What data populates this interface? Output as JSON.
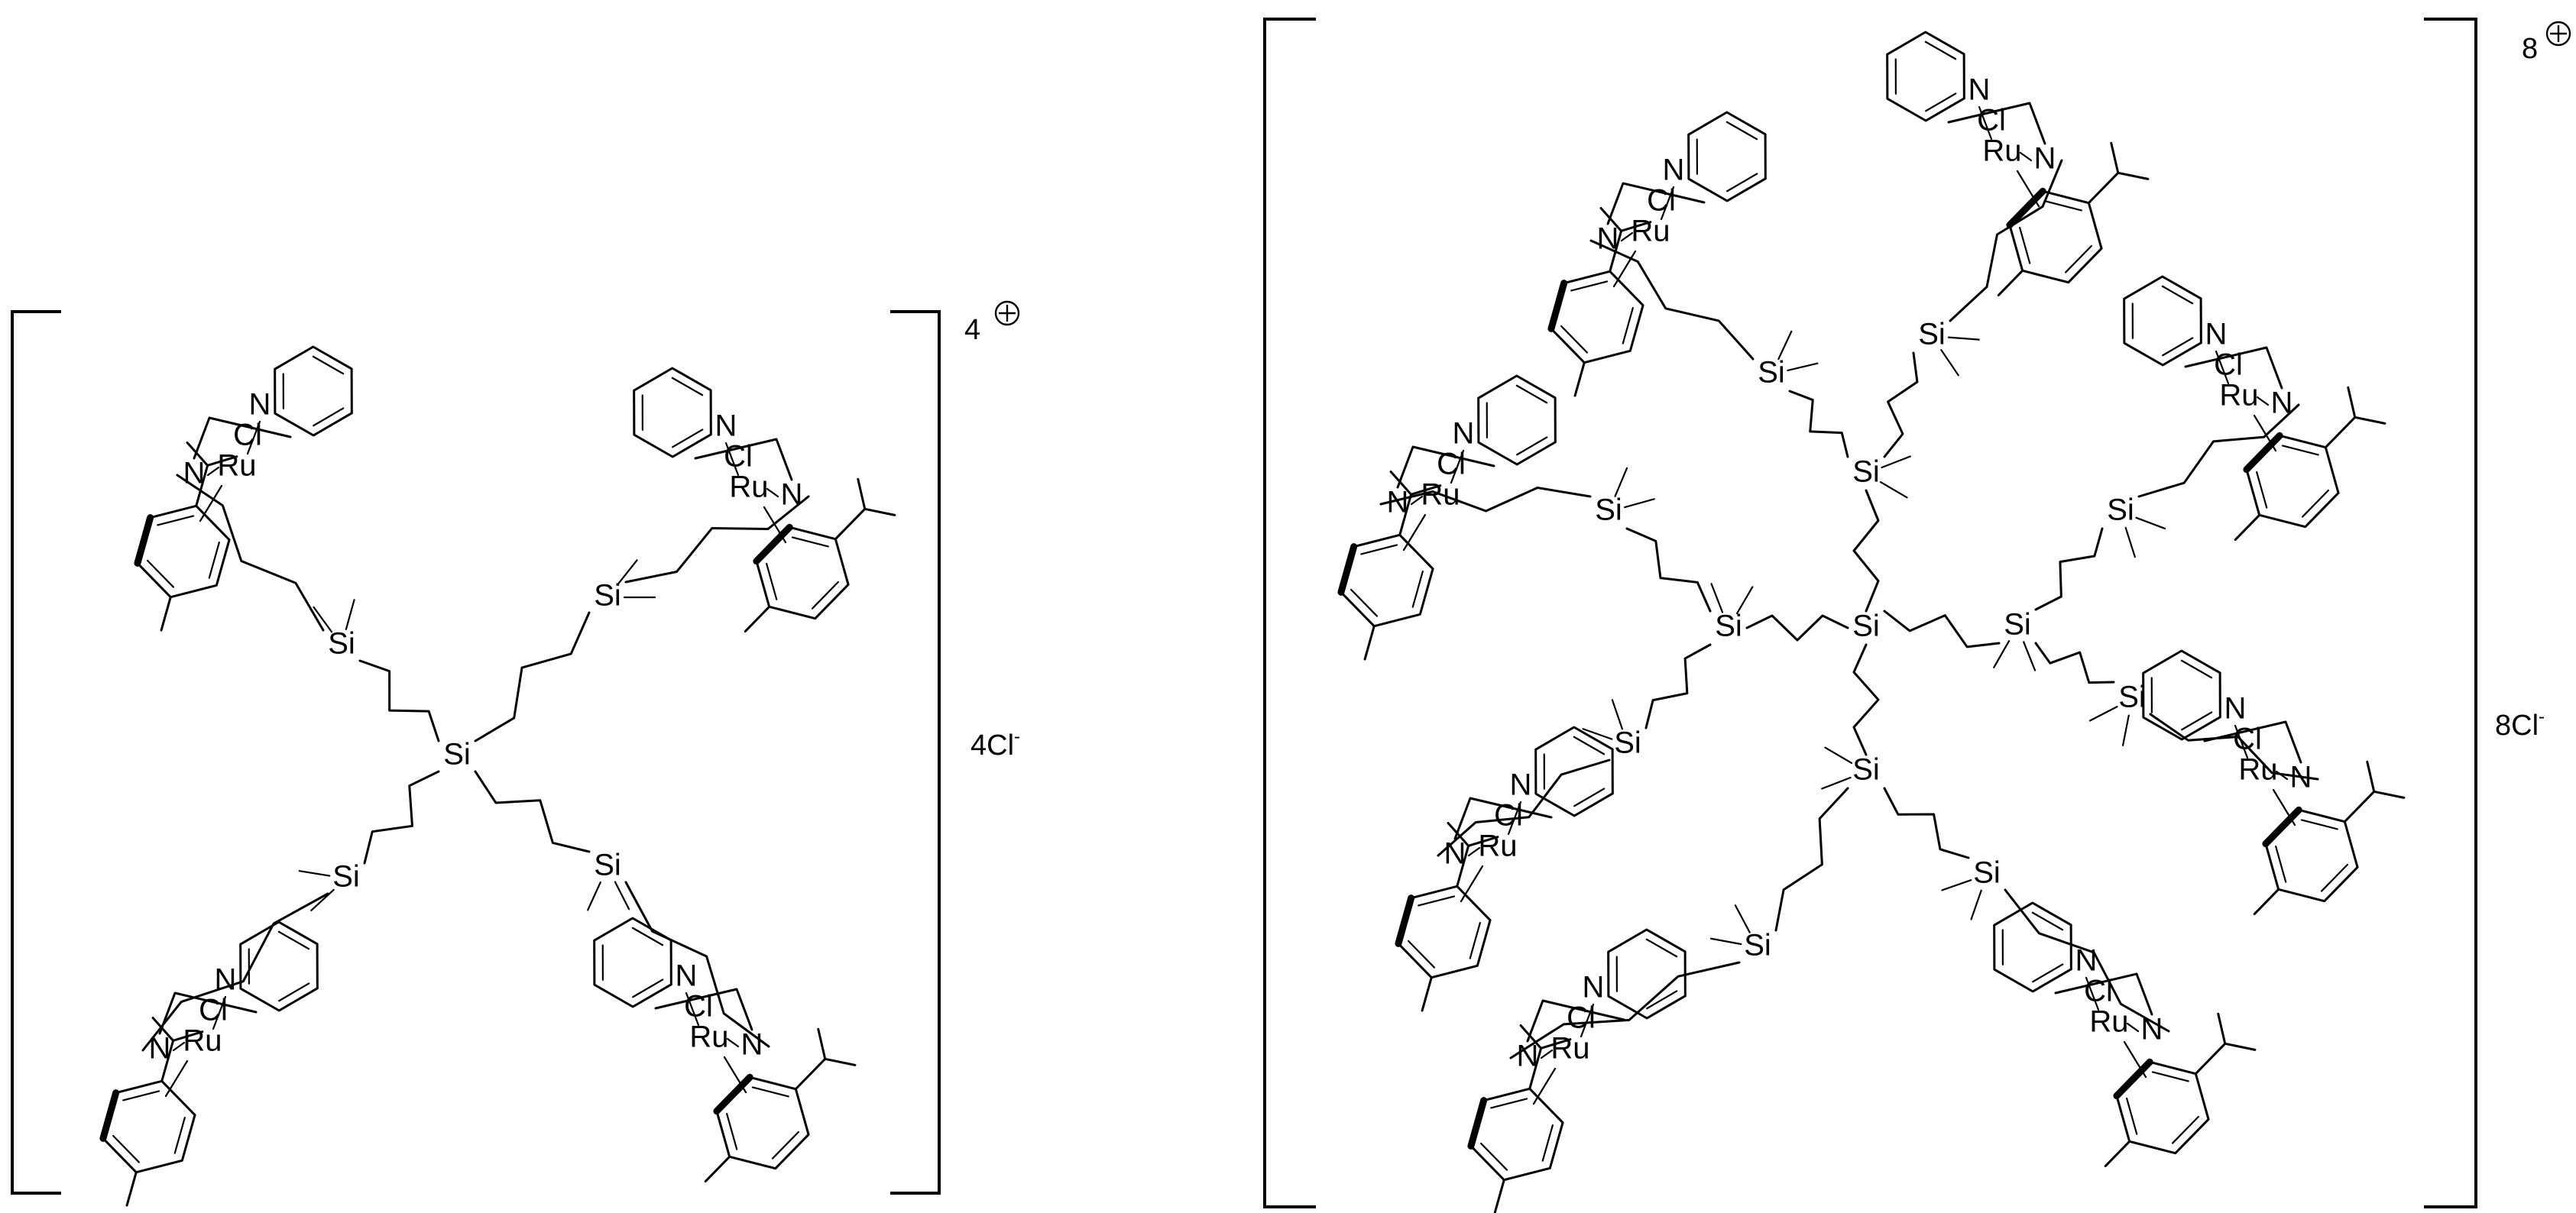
{
  "labels": {
    "si": "Si",
    "n": "N",
    "ru": "Ru",
    "cl": "Cl"
  },
  "left": {
    "charge": "4",
    "counterion": "4Cl",
    "counterion_sup": "-"
  },
  "right": {
    "charge": "8",
    "counterion": "8Cl",
    "counterion_sup": "-"
  },
  "colors": {
    "ink": "#000000",
    "background": "#ffffff"
  }
}
